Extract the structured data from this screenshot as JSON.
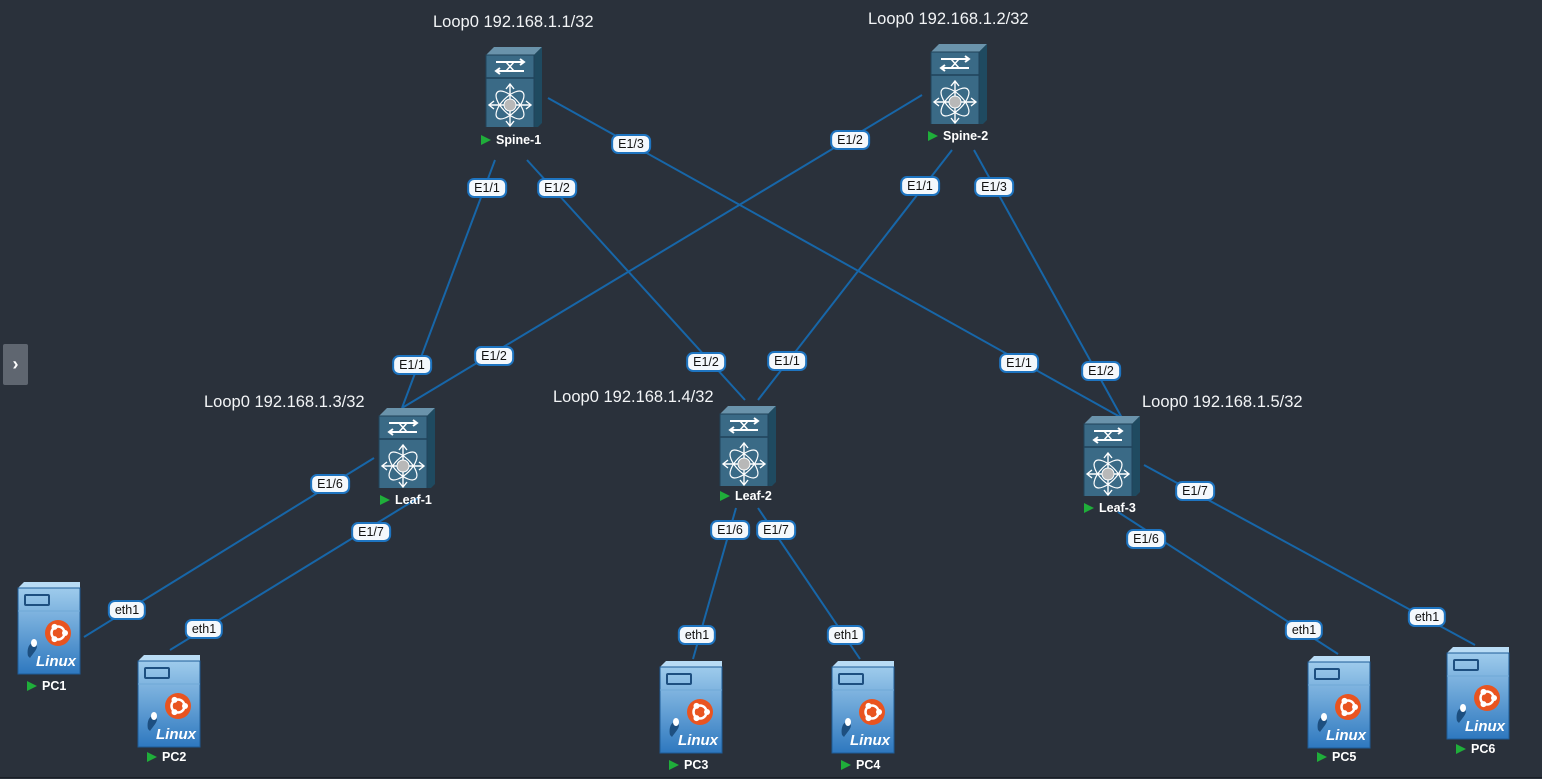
{
  "sidebar": {
    "toggle_glyph": "›",
    "toggle_icon": "chevron-right-icon"
  },
  "colors": {
    "background": "#2a313b",
    "link": "#1766a8",
    "device_body": "#3a6a86",
    "port_border": "#1e74c0",
    "status_running": "#1fae3a",
    "ubuntu": "#e95420"
  },
  "devices": {
    "spine1": {
      "name": "Spine-1",
      "loopback": "Loop0 192.168.1.1/32",
      "icon": "nexus-switch-icon"
    },
    "spine2": {
      "name": "Spine-2",
      "loopback": "Loop0 192.168.1.2/32",
      "icon": "nexus-switch-icon"
    },
    "leaf1": {
      "name": "Leaf-1",
      "loopback": "Loop0 192.168.1.3/32",
      "icon": "nexus-switch-icon"
    },
    "leaf2": {
      "name": "Leaf-2",
      "loopback": "Loop0 192.168.1.4/32",
      "icon": "nexus-switch-icon"
    },
    "leaf3": {
      "name": "Leaf-3",
      "loopback": "Loop0 192.168.1.5/32",
      "icon": "nexus-switch-icon"
    },
    "pc1": {
      "name": "PC1",
      "badge": "Linux",
      "icon": "linux-server-icon"
    },
    "pc2": {
      "name": "PC2",
      "badge": "Linux",
      "icon": "linux-server-icon"
    },
    "pc3": {
      "name": "PC3",
      "badge": "Linux",
      "icon": "linux-server-icon"
    },
    "pc4": {
      "name": "PC4",
      "badge": "Linux",
      "icon": "linux-server-icon"
    },
    "pc5": {
      "name": "PC5",
      "badge": "Linux",
      "icon": "linux-server-icon"
    },
    "pc6": {
      "name": "PC6",
      "badge": "Linux",
      "icon": "linux-server-icon"
    }
  },
  "links": [
    {
      "id": "spine1-leaf1",
      "ports": [
        "E1/1",
        "E1/1"
      ]
    },
    {
      "id": "spine1-leaf2",
      "ports": [
        "E1/2",
        "E1/2"
      ]
    },
    {
      "id": "spine1-leaf3",
      "ports": [
        "E1/3",
        "E1/1"
      ]
    },
    {
      "id": "spine2-leaf1",
      "ports": [
        "E1/2",
        "E1/2"
      ]
    },
    {
      "id": "spine2-leaf2",
      "ports": [
        "E1/1",
        "E1/1"
      ]
    },
    {
      "id": "spine2-leaf3",
      "ports": [
        "E1/3",
        "E1/2"
      ]
    },
    {
      "id": "leaf1-pc1",
      "ports": [
        "E1/6",
        "eth1"
      ]
    },
    {
      "id": "leaf1-pc2",
      "ports": [
        "E1/7",
        "eth1"
      ]
    },
    {
      "id": "leaf2-pc3",
      "ports": [
        "E1/6",
        "eth1"
      ]
    },
    {
      "id": "leaf2-pc4",
      "ports": [
        "E1/7",
        "eth1"
      ]
    },
    {
      "id": "leaf3-pc5",
      "ports": [
        "E1/6",
        "eth1"
      ]
    },
    {
      "id": "leaf3-pc6",
      "ports": [
        "E1/7",
        "eth1"
      ]
    }
  ]
}
